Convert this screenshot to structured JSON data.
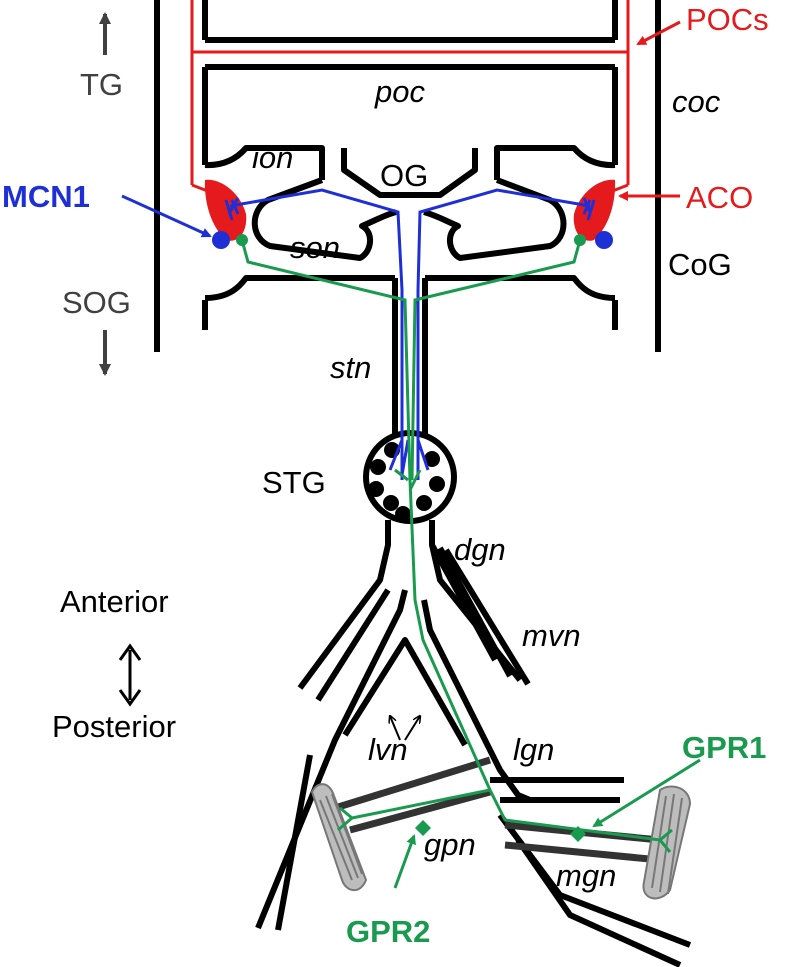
{
  "colors": {
    "nerve": "#000000",
    "poc_neuron": "#e41a1c",
    "mcn1": "#1f2fd6",
    "gpr": "#1a9a4f",
    "muscle": "#9a9a9a",
    "dark_label": "#404040"
  },
  "labels": {
    "tg": "TG",
    "sog": "SOG",
    "poc": "poc",
    "coc": "coc",
    "ion": "ion",
    "og": "OG",
    "son": "son",
    "cog": "CoG",
    "stn": "stn",
    "stg": "STG",
    "dgn": "dgn",
    "mvn": "mvn",
    "lvn": "lvn",
    "lgn": "lgn",
    "gpn": "gpn",
    "mgn": "mgn",
    "pocs": "POCs",
    "aco": "ACO",
    "mcn1": "MCN1",
    "gpr1": "GPR1",
    "gpr2": "GPR2",
    "anterior": "Anterior",
    "posterior": "Posterior"
  }
}
